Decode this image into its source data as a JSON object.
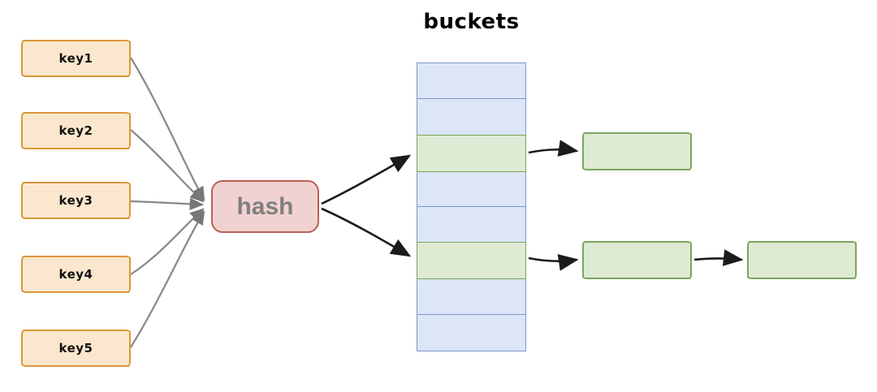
{
  "title": "buckets",
  "keys": [
    {
      "label": "key1"
    },
    {
      "label": "key2"
    },
    {
      "label": "key3"
    },
    {
      "label": "key4"
    },
    {
      "label": "key5"
    }
  ],
  "hash": {
    "label": "hash"
  },
  "buckets": {
    "cell_count": 8,
    "occupied_cells": [
      {
        "index": 3,
        "chain_length": 1
      },
      {
        "index": 6,
        "chain_length": 2
      }
    ]
  },
  "edges": {
    "keys_to_hash_count": 5,
    "hash_to_bucket_count": 2,
    "chain_arrow_count": 3
  },
  "colors": {
    "key_fill": "#fbe7cd",
    "key_border": "#d9973b",
    "hash_fill": "#f2d2d0",
    "hash_border": "#b95f57",
    "hash_text": "#7f8080",
    "bucket_fill": "#dce6f7",
    "bucket_border": "#7b97ca",
    "occupied_fill": "#dfead5",
    "occupied_border": "#7aa55c",
    "key_edge": "#888888",
    "arrow": "#1b1b1b",
    "text": "#000000"
  }
}
